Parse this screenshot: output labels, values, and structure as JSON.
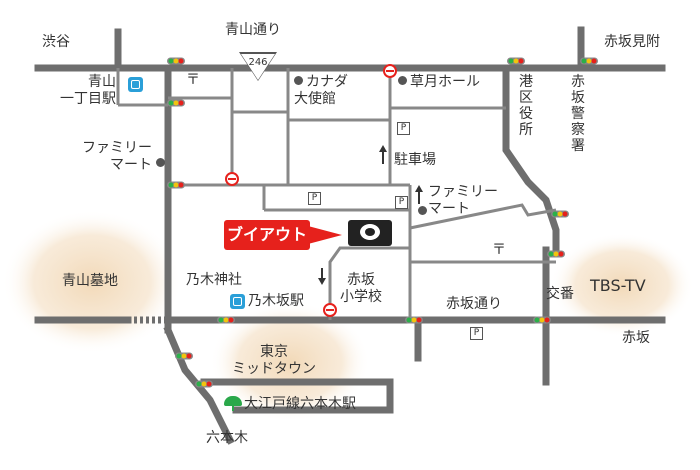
{
  "labels": {
    "shibuya": "渋谷",
    "aoyama_dori": "青山通り",
    "route_246": "246",
    "akasaka_mitsuke": "赤坂見附",
    "aoyama_itchome": "青山\n一丁目駅",
    "canada_embassy": "カナダ\n大使館",
    "sogetsu_hall": "草月ホール",
    "minato_ward_office": "港区役所",
    "akasaka_police": "赤坂警察署",
    "familymart_1": "ファミリー\nマート",
    "parking": "駐車場",
    "familymart_2": "ファミリー\nマート",
    "viaut": "ブイアウト",
    "aoyama_cemetery": "青山墓地",
    "nogi_shrine": "乃木神社",
    "nogizaka_station": "乃木坂駅",
    "akasaka_elementary": "赤坂\n小学校",
    "akasaka_dori": "赤坂通り",
    "koban": "交番",
    "tbs_tv": "TBS-TV",
    "akasaka": "赤坂",
    "tokyo_midtown": "東京\nミッドタウン",
    "oedo_roppongi": "大江戸線六本木駅",
    "roppongi": "六本木"
  },
  "symbols": {
    "post_office": "〒",
    "parking": "P"
  },
  "icons": {
    "metro": "metro-station-icon",
    "ginkgo": "ginkgo-leaf-icon",
    "no_entry": "no-entry-icon",
    "traffic_light": "traffic-signal-icon",
    "landmark_dot": "landmark-dot-icon",
    "one_way_arrow": "one-way-arrow-icon"
  },
  "colors": {
    "road": "#6e6e6e",
    "side_street": "#888888",
    "callout": "#e6211c",
    "glow": "#f2d9b8",
    "metro": "#2a9fd8",
    "ginkgo": "#2aa84a"
  }
}
